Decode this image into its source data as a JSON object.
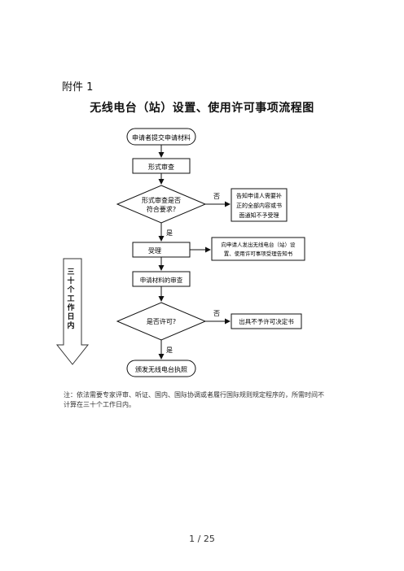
{
  "header": {
    "attachment": "附件 1",
    "title": "无线电台（站）设置、使用许可事项流程图"
  },
  "nodes": {
    "start": "申请者提交申请材料",
    "form_review": "形式审查",
    "decision1": [
      "形式审查是否",
      "符合要求?"
    ],
    "notify_correct": [
      "告知申请人需要补",
      "正的全部内容或书",
      "面通知不予受理"
    ],
    "accept": "受理",
    "notice_accept": [
      "向申请人发出无线电台（站）设",
      "置、使用许可事项受理告知书"
    ],
    "material_review": "申请材料的审查",
    "decision2": "是否许可?",
    "deny": "出具不予许可决定书",
    "issue": "颁发无线电台执照"
  },
  "edge_labels": {
    "no1": "否",
    "yes1": "是",
    "no2": "否",
    "yes2": "是"
  },
  "side_arrow": {
    "text": "三十个工作日内"
  },
  "footnote": "注：依法需要专家评审、听证、国内、国际协调或者履行国际规则规定程序的，所需时间不计算在三十个工作日内。",
  "pager": "1 / 25"
}
